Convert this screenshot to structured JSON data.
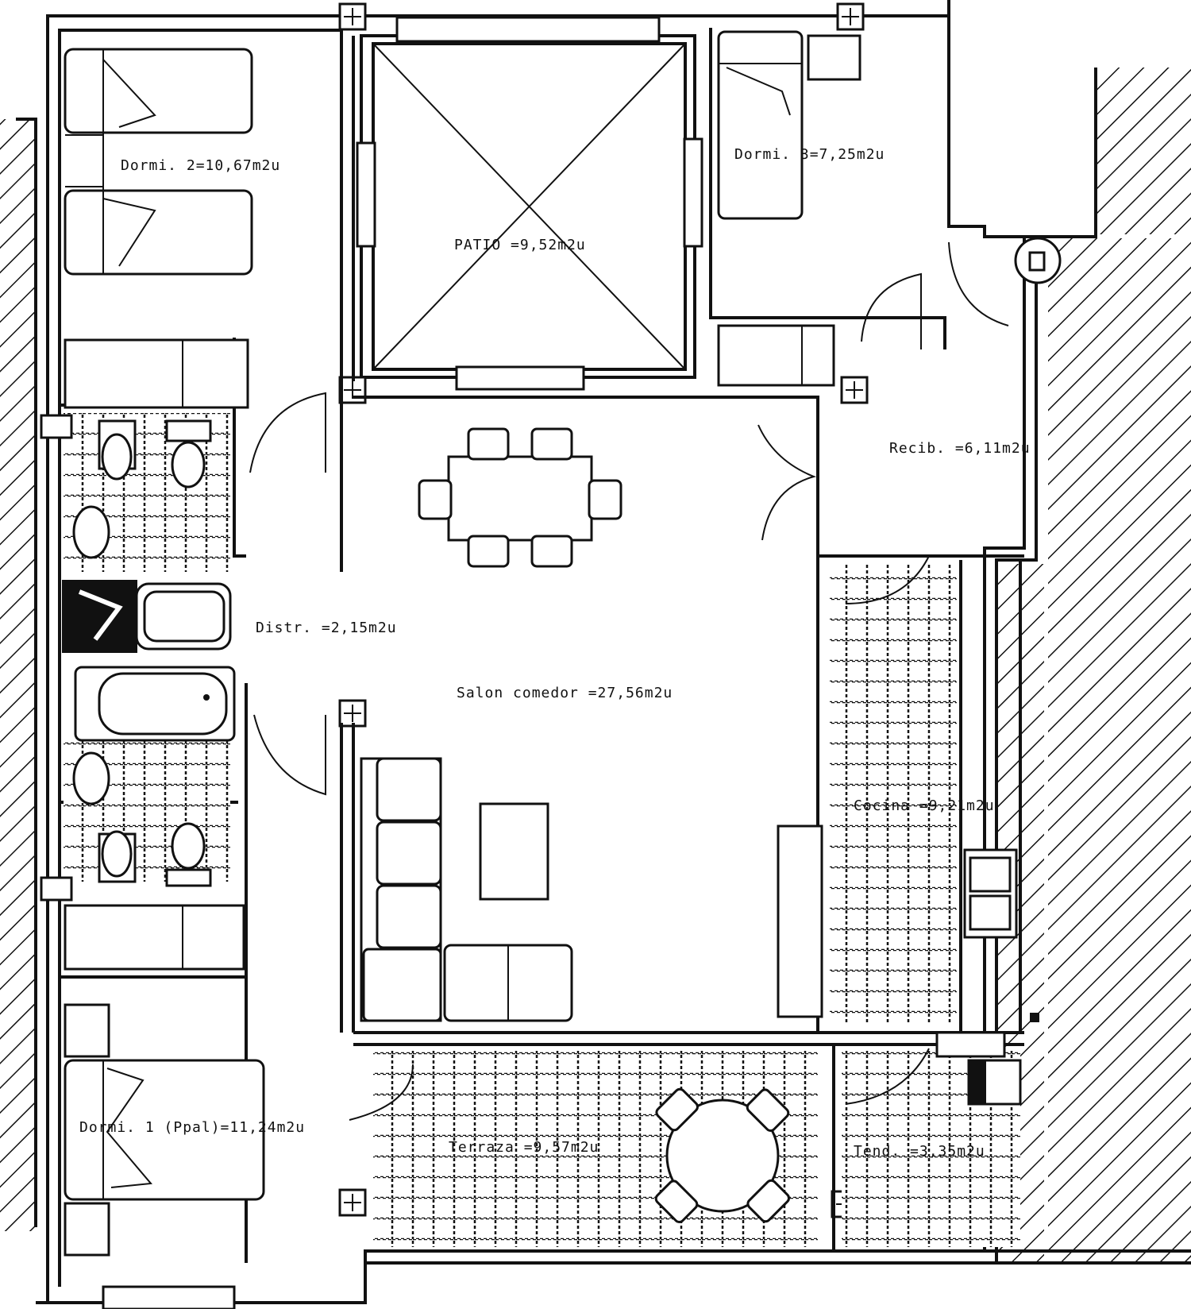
{
  "rooms": {
    "dormi2": "Dormi. 2=10,67m2u",
    "patio": "PATIO =9,52m2u",
    "dormi3": "Dormi. 3=7,25m2u",
    "recib": "Recib. =6,11m2u",
    "distr": "Distr. =2,15m2u",
    "salon": "Salon comedor =27,56m2u",
    "cocina": "Cocina =9,21m2u",
    "dormi1": "Dormi. 1 (Ppal)=11,24m2u",
    "terraza": "Terraza =9,57m2u",
    "tendedero": "Tend. =3,35m2u"
  },
  "colors": {
    "ink": "#111111",
    "paper": "#ffffff"
  }
}
